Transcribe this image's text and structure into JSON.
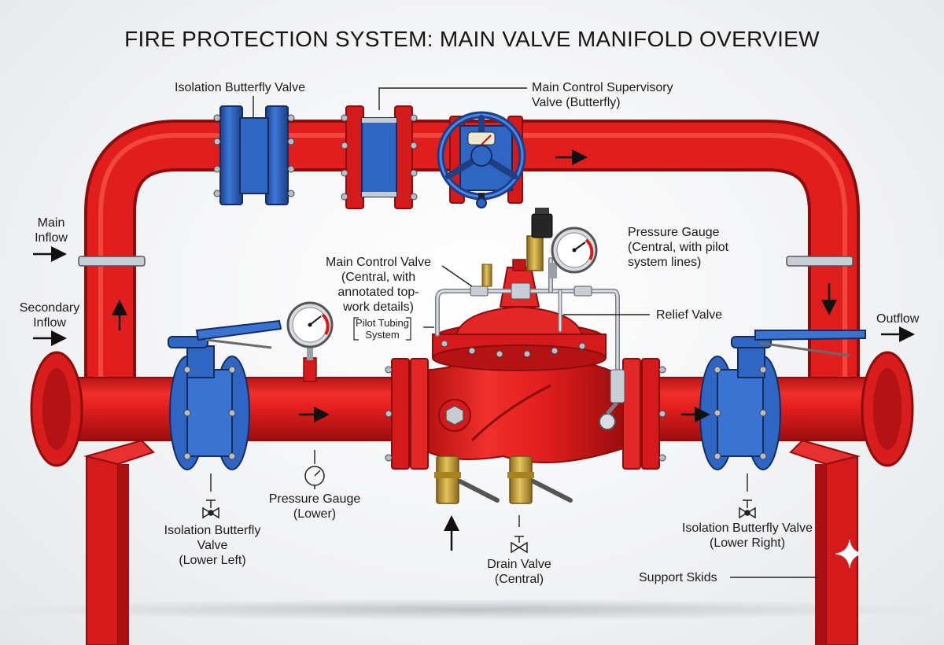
{
  "title": "FIRE PROTECTION SYSTEM: MAIN VALVE MANIFOLD OVERVIEW",
  "labels": {
    "isolation_top": "Isolation Butterfly Valve",
    "supervisory_l1": "Main Control Supervisory",
    "supervisory_l2": "Valve (Butterfly)",
    "main_inflow_l1": "Main",
    "main_inflow_l2": "Inflow",
    "secondary_inflow_l1": "Secondary",
    "secondary_inflow_l2": "Inflow",
    "pressure_gauge_central_l1": "Pressure Gauge",
    "pressure_gauge_central_l2": "(Central, with pilot",
    "pressure_gauge_central_l3": "system lines)",
    "main_control_l1": "Main Control Valve",
    "main_control_l2": "(Central, with",
    "main_control_l3": "annotated top-",
    "main_control_l4": "work details)",
    "pilot_l1": "Pilot Tubing",
    "pilot_l2": "System",
    "relief": "Relief Valve",
    "outflow": "Outflow",
    "iso_lower_left_l1": "Isolation Butterfly",
    "iso_lower_left_l2": "Valve",
    "iso_lower_left_l3": "(Lower Left)",
    "pressure_gauge_lower_l1": "Pressure Gauge",
    "pressure_gauge_lower_l2": "(Lower)",
    "drain_l1": "Drain Valve",
    "drain_l2": "(Central)",
    "iso_lower_right_l1": "Isolation Butterfly Valve",
    "iso_lower_right_l2": "(Lower Right)",
    "support": "Support Skids"
  },
  "colors": {
    "pipe_red": "#e01e1e",
    "pipe_dark": "#a80f10",
    "valve_blue": "#2f66c4",
    "valve_blue_dark": "#1c3f86",
    "brass": "#c9a136"
  },
  "icons": [
    "arrow-icon",
    "gauge-icon",
    "valve-icon",
    "drain-valve-icon",
    "sparkle-icon"
  ]
}
